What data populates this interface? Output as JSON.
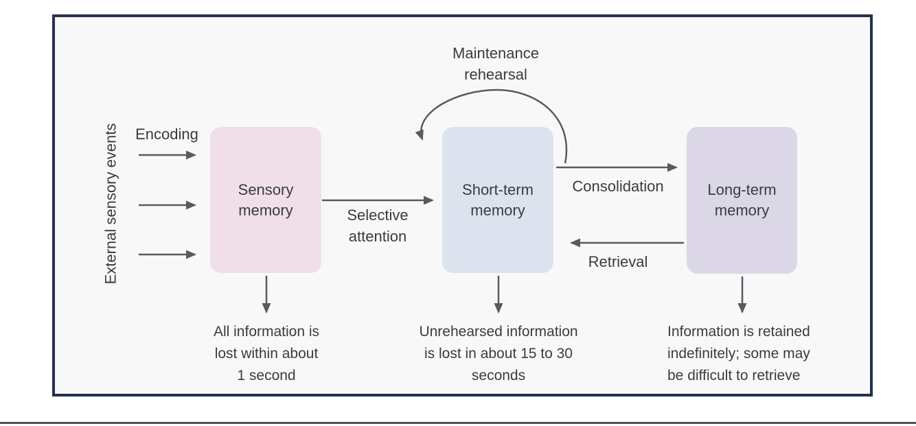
{
  "colors": {
    "page-bg": "#ffffff",
    "card-bg": "#f8f8f9",
    "card-border": "#24314f",
    "rule": "#4f4f55",
    "arrow": "#595960",
    "text": "#3b3b3f"
  },
  "diagram": {
    "input_label": "External sensory events",
    "encoding_label": "Encoding",
    "selective_attention_label": "Selective\nattention",
    "maintenance_rehearsal_label": "Maintenance\nrehearsal",
    "consolidation_label": "Consolidation",
    "retrieval_label": "Retrieval",
    "stages": {
      "sensory": {
        "title": "Sensory\nmemory",
        "fill": "#f0dfe9",
        "caption": "All information is\nlost within about\n1 second"
      },
      "short_term": {
        "title": "Short-term\nmemory",
        "fill": "#dde3ee",
        "caption": "Unrehearsed information\nis lost in about 15 to 30\nseconds"
      },
      "long_term": {
        "title": "Long-term\nmemory",
        "fill": "#dbd7e6",
        "caption": "Information is retained\nindefinitely; some may\nbe difficult to retrieve"
      }
    }
  }
}
